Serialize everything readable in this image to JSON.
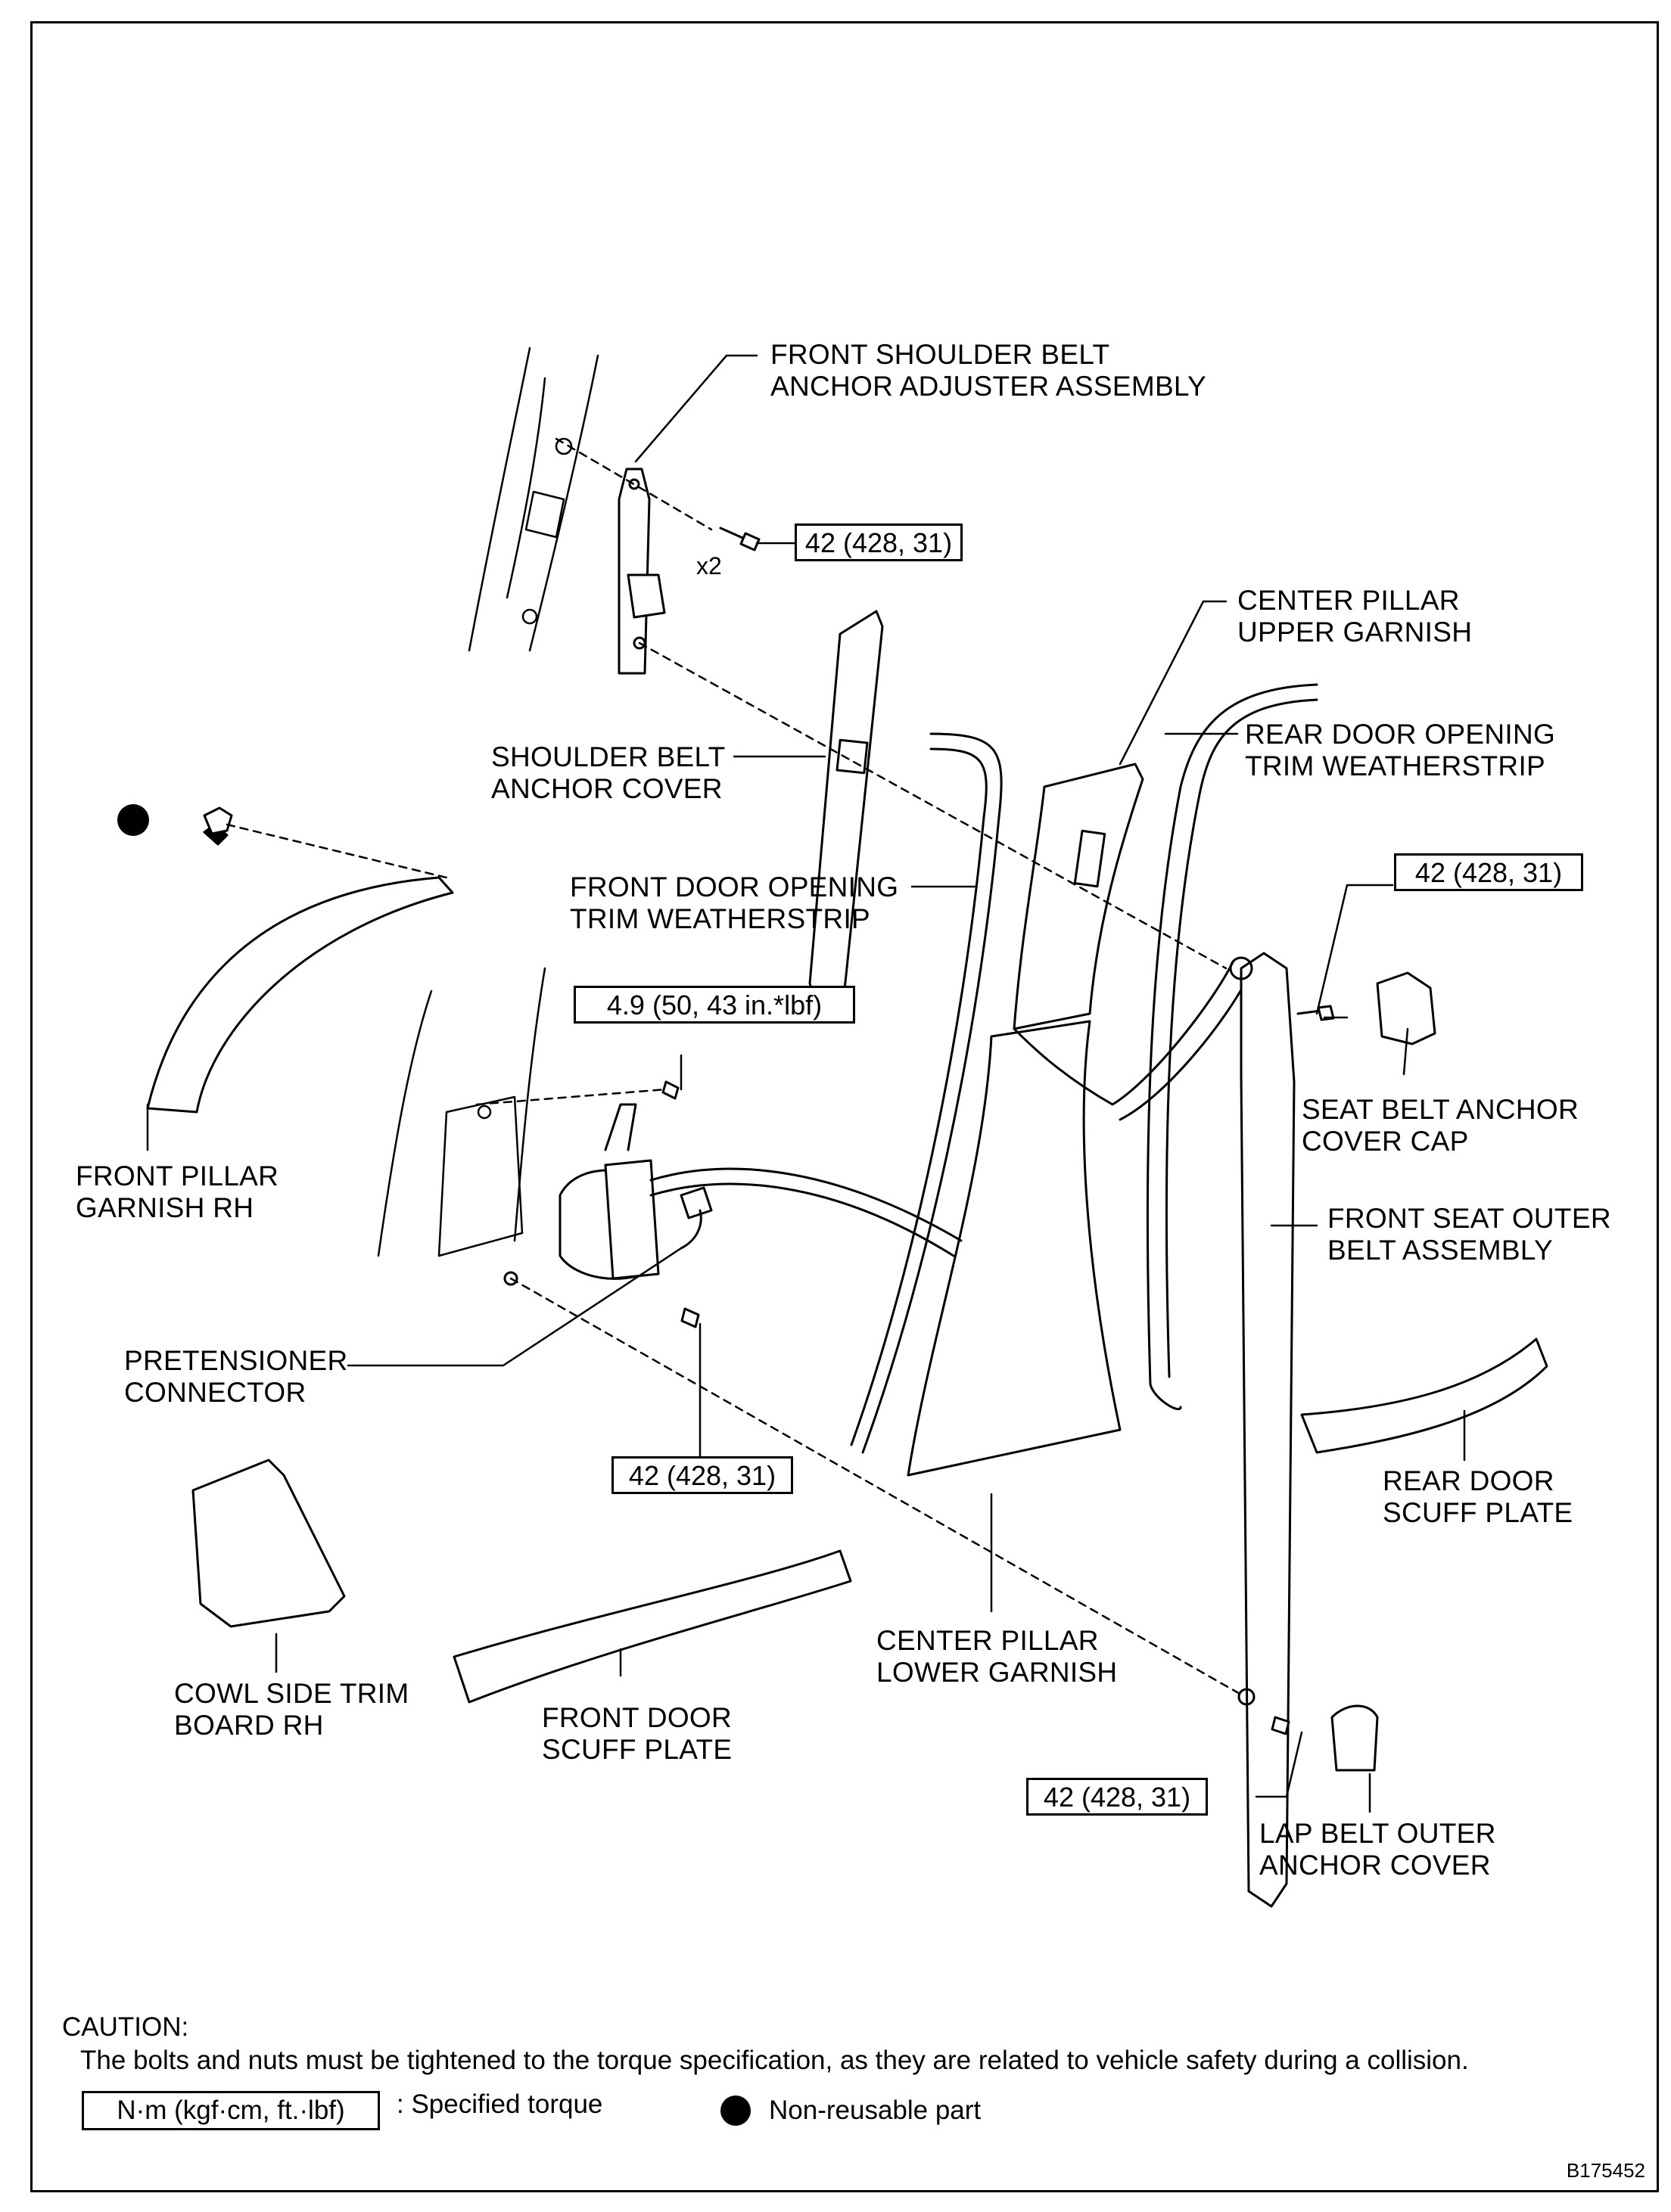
{
  "labels": {
    "front_shoulder_belt_anchor_adjuster_1": "FRONT SHOULDER BELT",
    "front_shoulder_belt_anchor_adjuster_2": "ANCHOR ADJUSTER ASSEMBLY",
    "center_pillar_upper_garnish_1": "CENTER PILLAR",
    "center_pillar_upper_garnish_2": "UPPER GARNISH",
    "shoulder_belt_anchor_cover_1": "SHOULDER BELT",
    "shoulder_belt_anchor_cover_2": "ANCHOR COVER",
    "rear_door_opening_weatherstrip_1": "REAR DOOR OPENING",
    "rear_door_opening_weatherstrip_2": "TRIM WEATHERSTRIP",
    "front_door_opening_weatherstrip_1": "FRONT DOOR OPENING",
    "front_door_opening_weatherstrip_2": "TRIM WEATHERSTRIP",
    "seat_belt_anchor_cover_cap_1": "SEAT BELT ANCHOR",
    "seat_belt_anchor_cover_cap_2": "COVER CAP",
    "front_pillar_garnish_rh_1": "FRONT PILLAR",
    "front_pillar_garnish_rh_2": "GARNISH RH",
    "front_seat_outer_belt_1": "FRONT SEAT OUTER",
    "front_seat_outer_belt_2": "BELT ASSEMBLY",
    "pretensioner_connector_1": "PRETENSIONER",
    "pretensioner_connector_2": "CONNECTOR",
    "rear_door_scuff_plate_1": "REAR DOOR",
    "rear_door_scuff_plate_2": "SCUFF PLATE",
    "center_pillar_lower_garnish_1": "CENTER PILLAR",
    "center_pillar_lower_garnish_2": "LOWER GARNISH",
    "cowl_side_trim_board_1": "COWL SIDE TRIM",
    "cowl_side_trim_board_2": "BOARD RH",
    "front_door_scuff_plate_1": "FRONT DOOR",
    "front_door_scuff_plate_2": "SCUFF PLATE",
    "lap_belt_outer_anchor_cover_1": "LAP BELT OUTER",
    "lap_belt_outer_anchor_cover_2": "ANCHOR COVER",
    "bolt_count": "x2"
  },
  "torques": {
    "adjuster_bolt": "42 (428, 31)",
    "shoulder_anchor_bolt": "42 (428, 31)",
    "retractor_upper_bolt": "4.9 (50, 43 in.*lbf)",
    "retractor_lower_bolt": "42 (428, 31)",
    "lap_anchor_bolt": "42 (428, 31)"
  },
  "caution": {
    "title": "CAUTION:",
    "text": "The bolts and nuts must be tightened to the torque specification, as they are related to vehicle safety during a collision."
  },
  "legend": {
    "torque_unit": "N·m (kgf·cm, ft.·lbf)",
    "torque_desc": ": Specified torque",
    "non_reusable": "Non-reusable part"
  },
  "figure_id": "B175452"
}
